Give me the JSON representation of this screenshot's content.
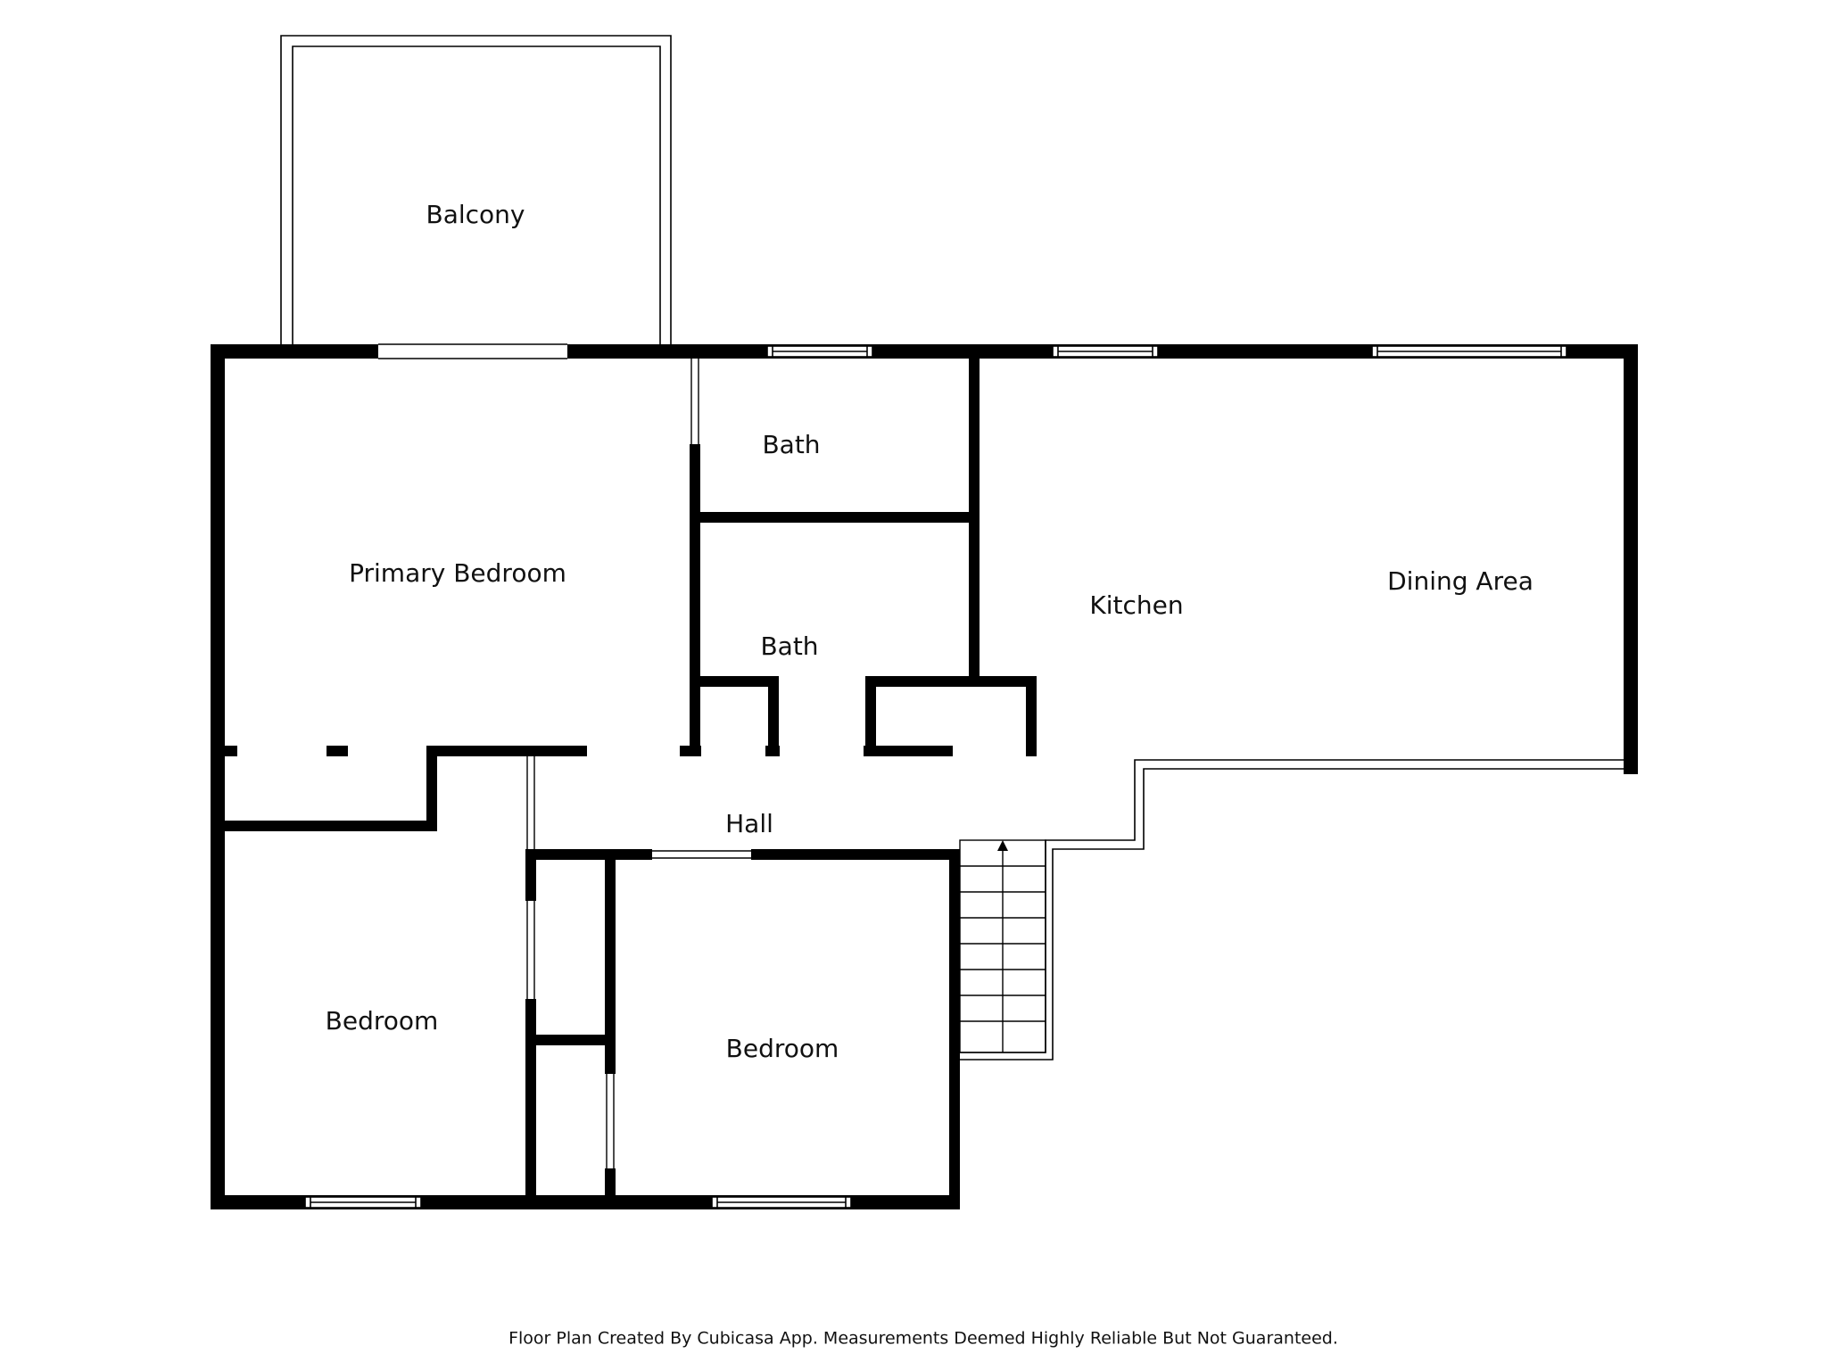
{
  "rooms": {
    "balcony": "Balcony",
    "primary_bedroom": "Primary Bedroom",
    "bath_upper": "Bath",
    "bath_lower": "Bath",
    "kitchen": "Kitchen",
    "dining_area": "Dining Area",
    "hall": "Hall",
    "bedroom_left": "Bedroom",
    "bedroom_right": "Bedroom"
  },
  "footer": {
    "disclaimer": "Floor Plan Created By Cubicasa App. Measurements Deemed Highly Reliable But Not Guaranteed."
  },
  "colors": {
    "wall": "#000000",
    "background": "#ffffff",
    "window_fill": "#ffffff"
  }
}
